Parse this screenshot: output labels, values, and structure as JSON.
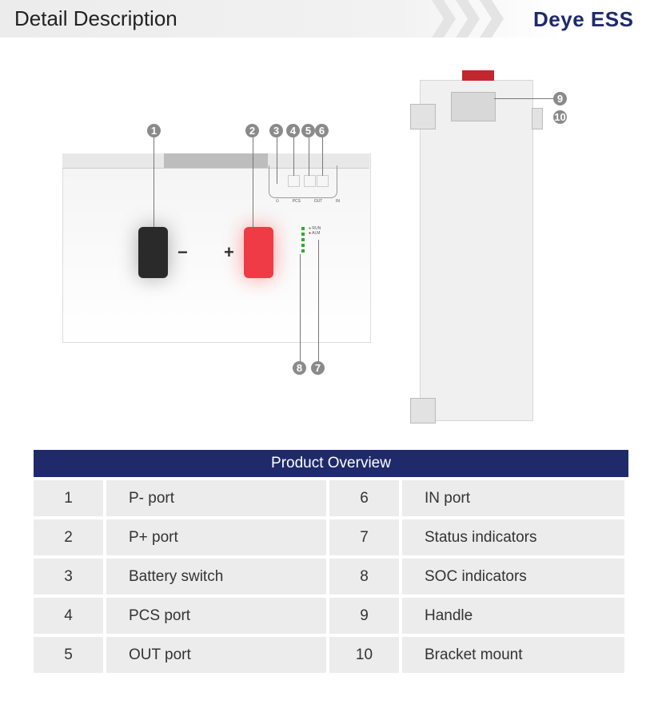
{
  "header": {
    "title": "Detail Description",
    "logo": "Deye ESS"
  },
  "front_panel": {
    "callouts": [
      "1",
      "2",
      "3",
      "4",
      "5",
      "6",
      "7",
      "8"
    ],
    "minus": "−",
    "plus": "+",
    "port_labels": [
      "⏻",
      "PCS",
      "OUT",
      "IN"
    ],
    "led_labels": [
      "RUN",
      "ALM"
    ]
  },
  "side_panel": {
    "callouts": [
      "9",
      "10"
    ]
  },
  "table": {
    "title": "Product Overview",
    "rows": [
      {
        "n1": "1",
        "l1": "P- port",
        "n2": "6",
        "l2": "IN port"
      },
      {
        "n1": "2",
        "l1": "P+ port",
        "n2": "7",
        "l2": "Status indicators"
      },
      {
        "n1": "3",
        "l1": "Battery switch",
        "n2": "8",
        "l2": "SOC indicators"
      },
      {
        "n1": "4",
        "l1": "PCS port",
        "n2": "9",
        "l2": "Handle"
      },
      {
        "n1": "5",
        "l1": "OUT port",
        "n2": "10",
        "l2": "Bracket mount"
      }
    ]
  }
}
